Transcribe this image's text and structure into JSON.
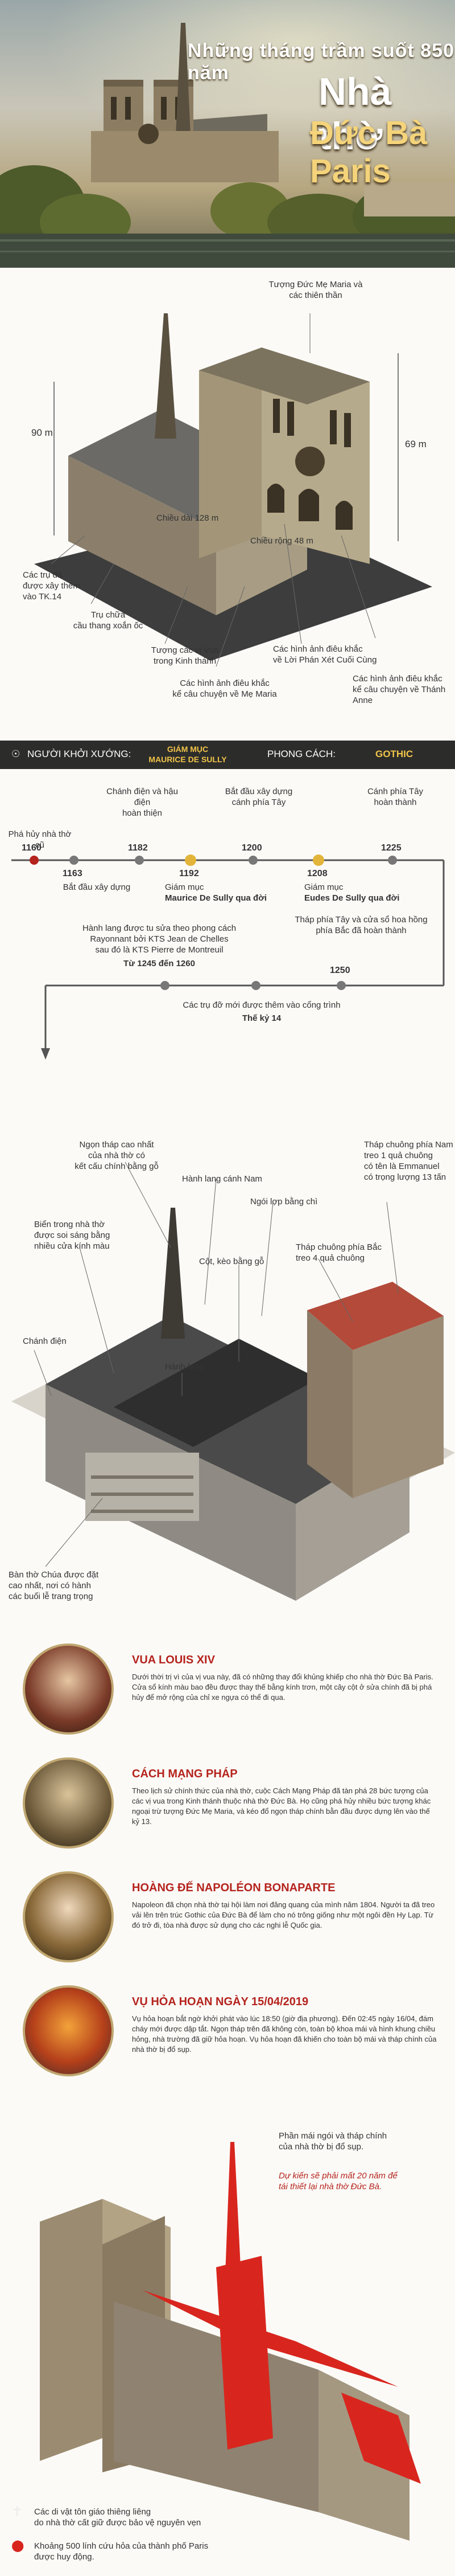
{
  "header": {
    "title_line1": "Những tháng trầm suốt 850 năm",
    "title_line2": "Nhà thờ",
    "title_line3": "Đức Bà Paris"
  },
  "model": {
    "statue_label": "Tượng Đức Mẹ Maria\nvà các thiên thần",
    "height_90": "90 m",
    "height_69": "69 m",
    "pillars_label": "Các trụ đá\nđược xây thêm\nvào TK.14",
    "buttress_label": "Trụ chữa\ncầu thang xoắn ốc",
    "length_label": "Chiều dài 128 m",
    "width_label": "Chiều rộng 48 m",
    "kings_label": "Tượng các vị Vua\ntrong Kinh thánh",
    "reliefs_label": "Các hình ảnh điêu khắc\nkể câu chuyện về Mẹ Maria",
    "judgment_label": "Các hình ảnh điêu khắc\nvề Lời Phán Xét Cuối Cùng",
    "anne_label": "Các hình ảnh điêu khắc\nkể câu chuyện về Thánh Anne"
  },
  "timeline": {
    "founder_label": "NGƯỜI KHỞI XƯỚNG:",
    "founder_value": "GIÁM MỤC\nMAURICE DE SULLY",
    "style_label": "PHONG CÁCH:",
    "style_value": "GOTHIC",
    "events": [
      {
        "year": "1160",
        "text": "Phá hủy nhà thờ cũ"
      },
      {
        "year": "1163",
        "text": "Bắt đầu xây dựng"
      },
      {
        "year": "1182",
        "text": "Chánh điện và hậu điện\nhoàn thiện"
      },
      {
        "year": "1192",
        "text": "Giám mục",
        "bold": "Maurice De Sully qua đời"
      },
      {
        "year": "1200",
        "text": "Bắt đầu xây dựng\ncánh phía Tây"
      },
      {
        "year": "1208",
        "text": "Giám mục",
        "bold": "Eudes De Sully qua đời"
      },
      {
        "year": "1225",
        "text": "Cánh phía Tây\nhoàn thành"
      },
      {
        "year": "1250",
        "text": "Tháp phía Tây và cửa sổ hoa hồng\nphía Bắc đã hoàn thành"
      }
    ],
    "rayonnant": "Hành lang được tu sửa theo phong cách\nRayonnant bởi KTS Jean de Chelles\nsau đó là KTS Pierre de Montreuil",
    "rayonnant_years": "Từ 1245 đến 1260",
    "century_text": "Các trụ đỡ mới được thêm vào cổng trình",
    "century_value": "Thế kỷ 14"
  },
  "interior": {
    "spire_label": "Ngọn tháp cao nhất\ncủa nhà thờ có\nkết cấu chính bằng gỗ",
    "south_label": "Hành lang cánh Nam",
    "roof_label": "Ngói lợp bằng chì",
    "glass_label": "Biển trong nhà thờ\nđược soi sáng bằng\nnhiều cửa kính màu",
    "beams_label": "Cột, kèo bằng gỗ",
    "north_tower_label": "Tháp chuông phía Bắc\ntreo 4 quả chuông",
    "south_tower_label": "Tháp chuông phía Nam\ntreo 1 quả chuông\ncó tên là Emmanuel\ncó trọng lượng 13 tấn",
    "altar_label": "Chánh điện",
    "nave_label": "Hành lang",
    "table_label": "Bàn thờ Chúa được đặt\ncao nhất, nơi có hành\ncác buổi lễ trang trọng"
  },
  "people": [
    {
      "title": "VUA LOUIS XIV",
      "text": "Dưới thời trị vì của vị vua này, đã có những thay đổi khủng khiếp cho nhà thờ Đức Bà Paris. Cửa sổ kính màu bao đều được thay thế bằng kính trơn, một cây cột ở sửa chính đã bị phá hủy để mở rộng của chỉ xe ngựa có thể đi qua."
    },
    {
      "title": "CÁCH MẠNG PHÁP",
      "text": "Theo lịch sử chính thức của nhà thờ, cuộc Cách Mạng Pháp đã tàn phá 28 bức tượng của các vị vua trong Kinh thánh thuộc nhà thờ Đức Bà. Họ cũng phá hủy nhiều bức tượng khác ngoại trừ tượng Đức Mẹ Maria, và kéo đổ ngọn tháp chính bằn đầu được dựng lên vào thế kỷ 13."
    },
    {
      "title": "HOÀNG ĐẾ NAPOLÉON BONAPARTE",
      "text": "Napoleon đã chọn nhà thờ tại hội làm nơi đăng quang của mình năm 1804. Người ta đã treo vải lên trên trúc Gothic của Đức Bà để làm cho nó trông giống như một ngôi đền Hy Lạp. Từ đó trở đi, tòa nhà được sử dụng cho các nghi lễ Quốc gia."
    },
    {
      "title": "VỤ HỎA HOẠN NGÀY 15/04/2019",
      "text": "Vụ hỏa hoạn bắt ngờ khởi phát vào lúc 18:50 (giờ địa phương). Đến 02:45 ngày 16/04, đám cháy mới được dập tắt. Ngọn tháp trên đã không còn, toàn bộ khoa mái và hình khung chiều hỏng, nhà trường đã giữ hỏa hoạn. Vụ hỏa hoạn đã khiến cho toàn bộ mái và tháp chính của nhà thờ bị đổ sụp."
    }
  ],
  "fire": {
    "spire_collapse": "Phần mái ngói và tháp chính\ncủa nhà thờ bị đổ sụp.",
    "rebuild": "Dự kiến sẽ phải mất 20 năm để\ntái thiết lại nhà thờ Đức Bà.",
    "relics": "Các di vật tôn giáo thiêng liêng\ndo nhà thờ cất giữ được bảo vệ nguyên vẹn",
    "firefighters": "Khoảng 500 lính cứu hỏa của thành phố Paris\nđược huy động."
  },
  "colors": {
    "accent_gold": "#f0c34a",
    "accent_red": "#b5231d",
    "dark_band": "#2c2c2a"
  }
}
